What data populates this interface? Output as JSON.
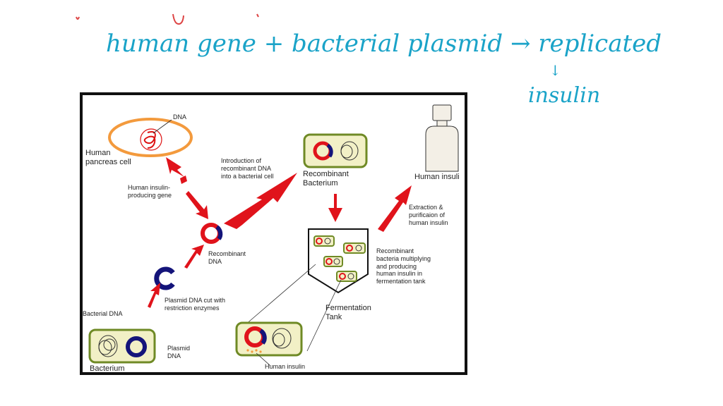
{
  "handwriting": {
    "line": "human gene + bacterial plasmid → replicated",
    "arrow": "↓",
    "result": "insulin"
  },
  "figure": {
    "labels": {
      "dna": "DNA",
      "human_pancreas_cell": "Human\npancreas cell",
      "human_insulin_gene": "Human insulin-\nproducing gene",
      "introduction": "Introduction of\nrecombinant DNA\ninto a bacterial cell",
      "recombinant_bacterium": "Recombinant\nBacterium",
      "human_insulin_bottle": "Human insuli",
      "extraction": "Extraction &\npurificaion of\nhuman insulin",
      "recombinant_dna": "Recombinant\nDNA",
      "recombinant_bacteria_multiplying": "Recombinant\nbacteria multiplying\nand producing\nhuman insulin in\nfermentation tank",
      "plasmid_cut": "Plasmid DNA cut with\nrestriction enzymes",
      "bacterial_dna": "Bacterial DNA",
      "fermentation_tank": "Fermentation\nTank",
      "plasmid_dna": "Plasmid\nDNA",
      "bacterium": "Bacterium",
      "human_insulin_bottom": "Human insulin"
    },
    "colors": {
      "arrow_red": "#e0131b",
      "plasmid_blue": "#14147a",
      "cell_orange": "#f39a3d",
      "bacterium_fill": "#f2f0c6",
      "bacterium_border": "#6f8a25"
    }
  }
}
